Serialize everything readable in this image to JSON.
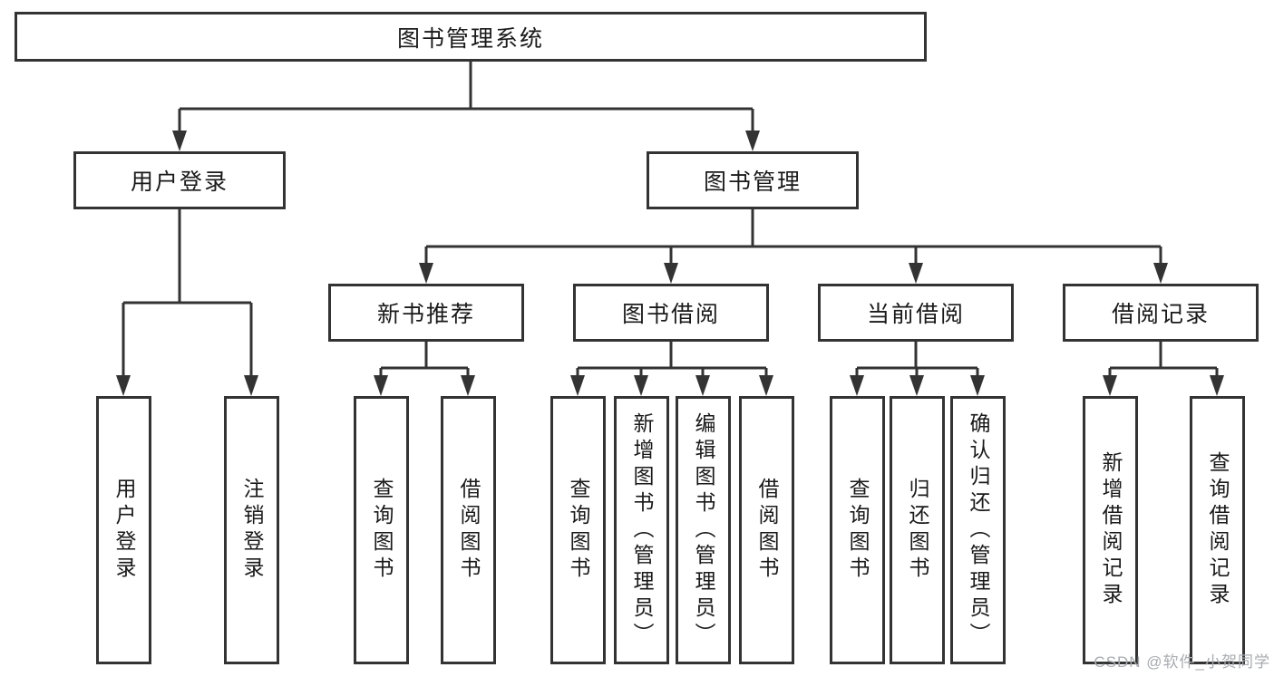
{
  "diagram": {
    "root": {
      "label": "图书管理系统"
    },
    "branches": {
      "user_login": {
        "label": "用户登录",
        "leaves": [
          {
            "label": "用户登录"
          },
          {
            "label": "注销登录"
          }
        ]
      },
      "book_management": {
        "label": "图书管理",
        "sections": [
          {
            "label": "新书推荐",
            "leaves": [
              {
                "label": "查询图书"
              },
              {
                "label": "借阅图书"
              }
            ]
          },
          {
            "label": "图书借阅",
            "leaves": [
              {
                "label": "查询图书"
              },
              {
                "label": "新增图书（管理员）"
              },
              {
                "label": "编辑图书（管理员）"
              },
              {
                "label": "借阅图书"
              }
            ]
          },
          {
            "label": "当前借阅",
            "leaves": [
              {
                "label": "查询图书"
              },
              {
                "label": "归还图书"
              },
              {
                "label": "确认归还（管理员）"
              }
            ]
          },
          {
            "label": "借阅记录",
            "leaves": [
              {
                "label": "新增借阅记录"
              },
              {
                "label": "查询借阅记录"
              }
            ]
          }
        ]
      }
    },
    "watermark": {
      "text": "CSDN @软件_小贺同学"
    },
    "colors": {
      "line": "#333333",
      "box_border": "#333333",
      "box_background": "#ffffff",
      "text": "#1a1a1a",
      "watermark": "#a8abb0",
      "page_background": "#ffffff"
    }
  }
}
